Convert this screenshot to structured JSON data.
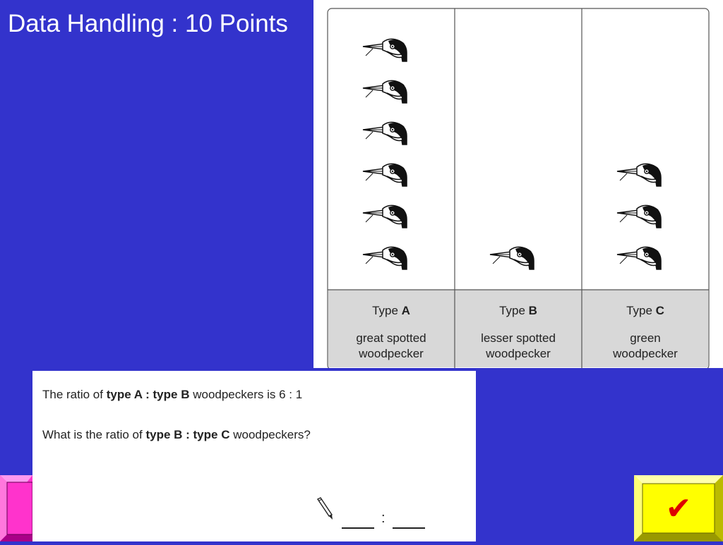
{
  "slide": {
    "title": "Data Handling : 10 Points"
  },
  "pictogram": {
    "columns": [
      {
        "type_prefix": "Type ",
        "type_letter": "A",
        "name_line1": "great spotted",
        "name_line2": "woodpecker",
        "count": 6
      },
      {
        "type_prefix": "Type ",
        "type_letter": "B",
        "name_line1": "lesser spotted",
        "name_line2": "woodpecker",
        "count": 1
      },
      {
        "type_prefix": "Type ",
        "type_letter": "C",
        "name_line1": "green",
        "name_line2": "woodpecker",
        "count": 3
      }
    ],
    "icon": "woodpecker-head-icon"
  },
  "question": {
    "line1_pre": "The ratio of ",
    "line1_bold": "type A : type B",
    "line1_mid": " woodpeckers is ",
    "line1_value": "6 : 1",
    "line2_pre": "What is the ratio of ",
    "line2_bold": "type B : type C",
    "line2_post": " woodpeckers?",
    "answer_separator": ":"
  },
  "nav": {
    "check_icon": "checkmark-icon",
    "check_glyph": "✔",
    "check_bg": "#ffff00",
    "left_bg": "#ff33cc"
  }
}
